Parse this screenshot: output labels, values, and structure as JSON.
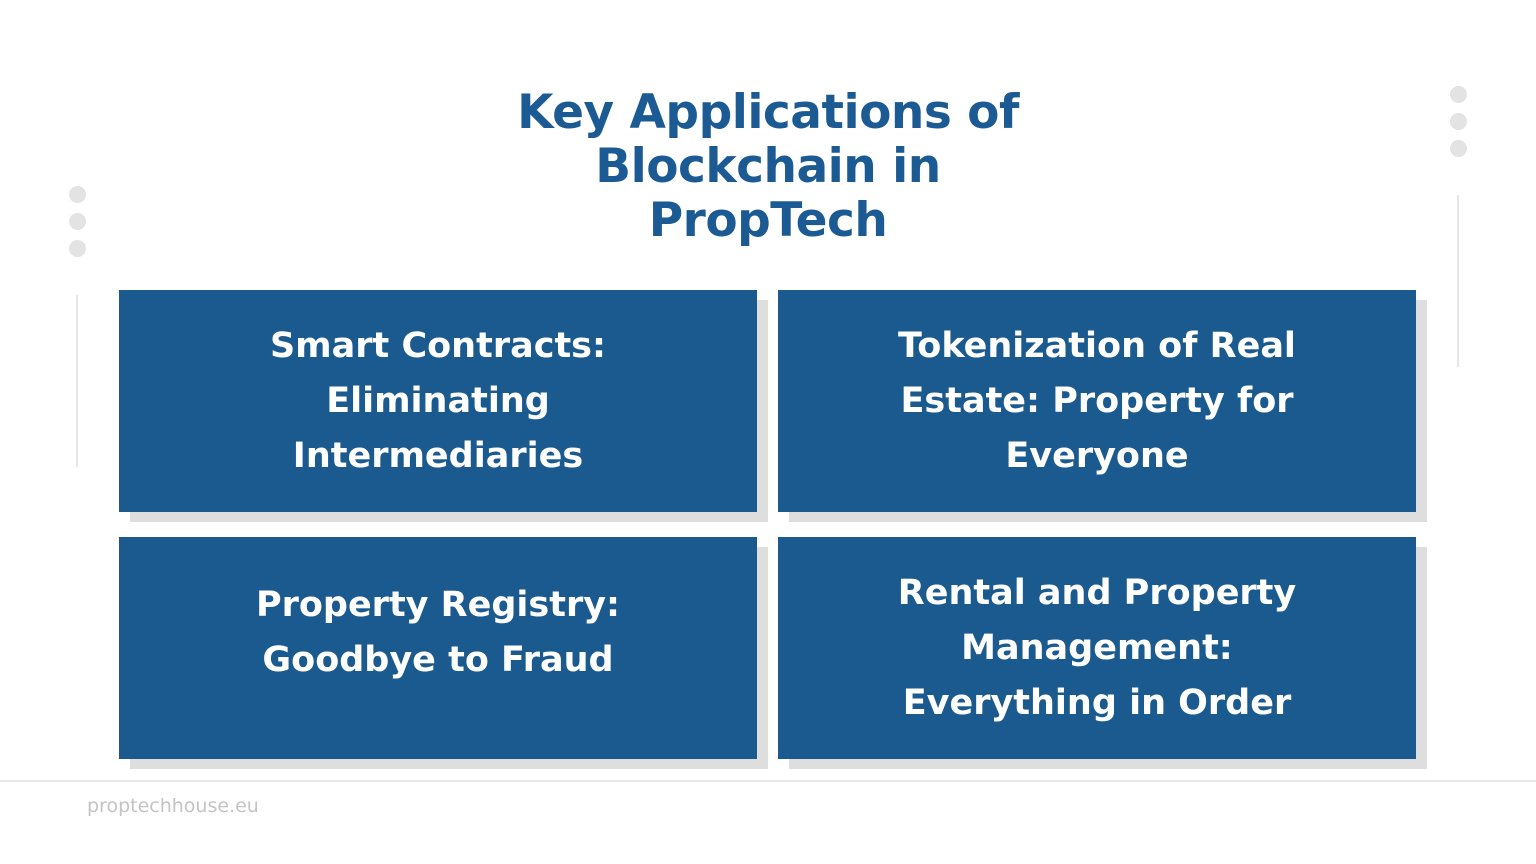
{
  "title": {
    "line1": "Key Applications of",
    "line2": "Blockchain in",
    "line3": "PropTech"
  },
  "cards": [
    {
      "lines": [
        "Smart Contracts:",
        "Eliminating",
        "Intermediaries"
      ]
    },
    {
      "lines": [
        "Tokenization of Real",
        "Estate: Property for",
        "Everyone"
      ]
    },
    {
      "lines": [
        "Property Registry:",
        "Goodbye to Fraud"
      ]
    },
    {
      "lines": [
        "Rental and Property",
        "Management:",
        "Everything in Order"
      ]
    }
  ],
  "footer": {
    "site": "proptechhouse.eu"
  },
  "colors": {
    "accent": "#1b5a93",
    "card": "#1b5a8f",
    "card_shadow": "#dedede",
    "decor": "#e3e3e3"
  }
}
